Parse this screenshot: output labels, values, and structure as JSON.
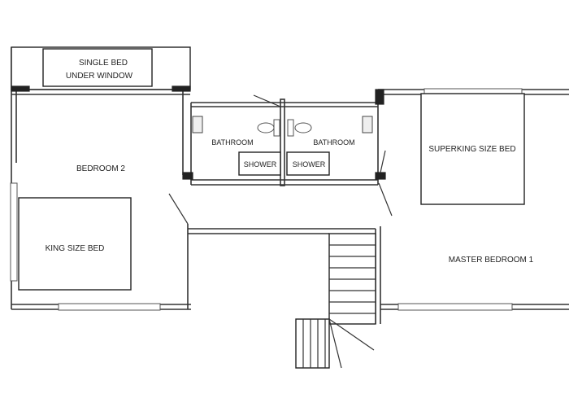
{
  "floor_plan": {
    "rooms": {
      "bedroom_2": "BEDROOM 2",
      "master_bedroom_1": "MASTER BEDROOM 1",
      "bathroom_left": "BATHROOM",
      "bathroom_right": "BATHROOM"
    },
    "furniture": {
      "single_bed_line1": "SINGLE BED",
      "single_bed_line2": "UNDER WINDOW",
      "king_bed": "KING SIZE BED",
      "superking_bed": "SUPERKING SIZE BED",
      "shower_left": "SHOWER",
      "shower_right": "SHOWER"
    },
    "colors": {
      "wall": "#333333",
      "background": "#ffffff"
    }
  }
}
